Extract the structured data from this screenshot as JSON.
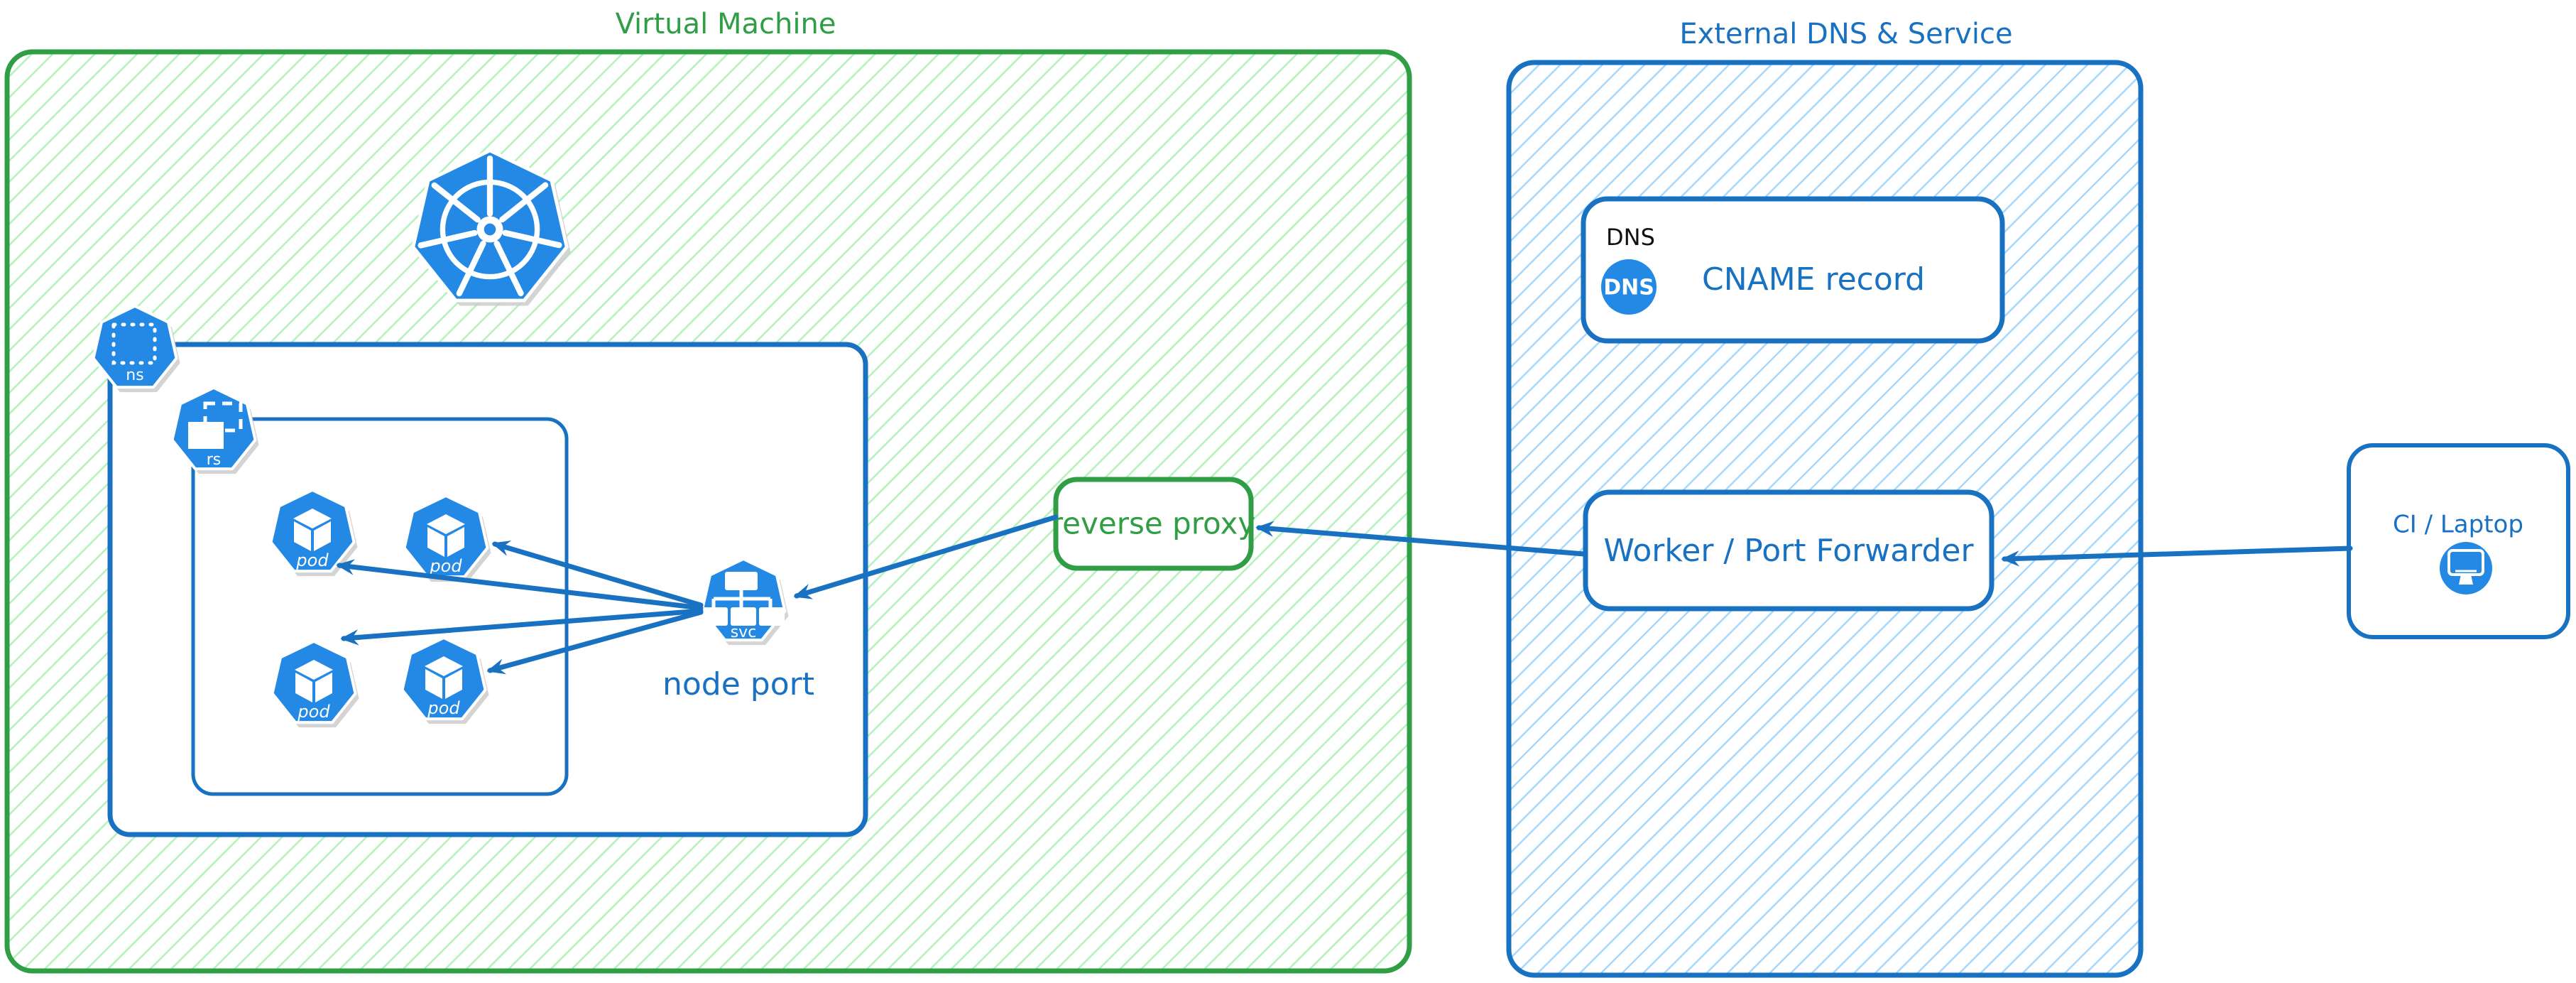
{
  "colors": {
    "vm_green": "#2f9e44",
    "vm_hatch_green": "#b2f2bb",
    "blue": "#1971c2",
    "external_hatch_blue": "#a5d8ff",
    "icon_blue": "#2389e5",
    "dns_tag_black": "#111111",
    "shadow_gray": "#cccccc"
  },
  "icons": {
    "kubernetes-logo": "heptagon-ship-wheel",
    "namespace-icon": "heptagon-dotted-square",
    "replicaset-icon": "heptagon-stacked-rects",
    "pod-icon": "heptagon-cube",
    "service-icon": "heptagon-node-tree",
    "dns-badge-icon": "blue-circle-dns",
    "monitor-icon": "blue-circle-monitor"
  },
  "vm": {
    "title": "Virtual Machine",
    "node_port_label": "node port",
    "badges": {
      "namespace": "ns",
      "replicaset": "rs",
      "pod": "pod",
      "service": "svc"
    }
  },
  "reverse_proxy": {
    "label": "reverse proxy"
  },
  "external": {
    "title": "External DNS & Service",
    "dns_card": {
      "tag": "DNS",
      "badge": "DNS",
      "record": "CNAME record"
    },
    "worker_card": {
      "label": "Worker / Port Forwarder"
    }
  },
  "client": {
    "label": "CI / Laptop"
  }
}
